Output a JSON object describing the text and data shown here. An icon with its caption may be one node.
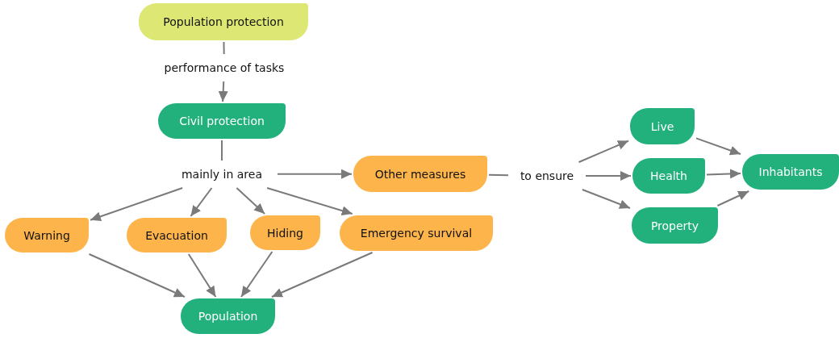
{
  "diagram": {
    "nodes": [
      {
        "text": [
          "Population protection"
        ]
      },
      {
        "text": [
          "performance of tasks"
        ]
      },
      {
        "text": [
          "Civil protection"
        ]
      },
      {
        "text": [
          "mainly in area"
        ]
      },
      {
        "text": [
          "Other measures"
        ]
      },
      {
        "text": [
          "to ensure"
        ]
      },
      {
        "text": [
          "Live"
        ]
      },
      {
        "text": [
          "Health"
        ]
      },
      {
        "text": [
          "Property"
        ]
      },
      {
        "text": [
          "Inhabitants"
        ]
      },
      {
        "text": [
          "Warning"
        ]
      },
      {
        "text": [
          "Evacuation"
        ]
      },
      {
        "text": [
          "Hiding"
        ]
      },
      {
        "text": [
          "Emergency survival"
        ]
      },
      {
        "text": [
          "Population"
        ]
      }
    ],
    "edges": [
      {
        "from": 0,
        "to": 1,
        "arrow": "none"
      },
      {
        "from": 1,
        "to": 2,
        "arrow": "to"
      },
      {
        "from": 2,
        "to": 3,
        "arrow": "none"
      },
      {
        "from": 3,
        "to": 4,
        "arrow": "to"
      },
      {
        "from": 4,
        "to": 5,
        "arrow": "none"
      },
      {
        "from": 5,
        "to": 6,
        "arrow": "to"
      },
      {
        "from": 5,
        "to": 7,
        "arrow": "to"
      },
      {
        "from": 5,
        "to": 8,
        "arrow": "to"
      },
      {
        "from": 6,
        "to": 9,
        "arrow": "to"
      },
      {
        "from": 7,
        "to": 9,
        "arrow": "to"
      },
      {
        "from": 8,
        "to": 9,
        "arrow": "to"
      },
      {
        "from": 3,
        "to": 10,
        "arrow": "to"
      },
      {
        "from": 3,
        "to": 11,
        "arrow": "to"
      },
      {
        "from": 3,
        "to": 12,
        "arrow": "to"
      },
      {
        "from": 3,
        "to": 13,
        "arrow": "to"
      },
      {
        "from": 10,
        "to": 14,
        "arrow": "to"
      },
      {
        "from": 11,
        "to": 14,
        "arrow": "to"
      },
      {
        "from": 12,
        "to": 14,
        "arrow": "to"
      },
      {
        "from": 13,
        "to": 14,
        "arrow": "to"
      }
    ]
  }
}
